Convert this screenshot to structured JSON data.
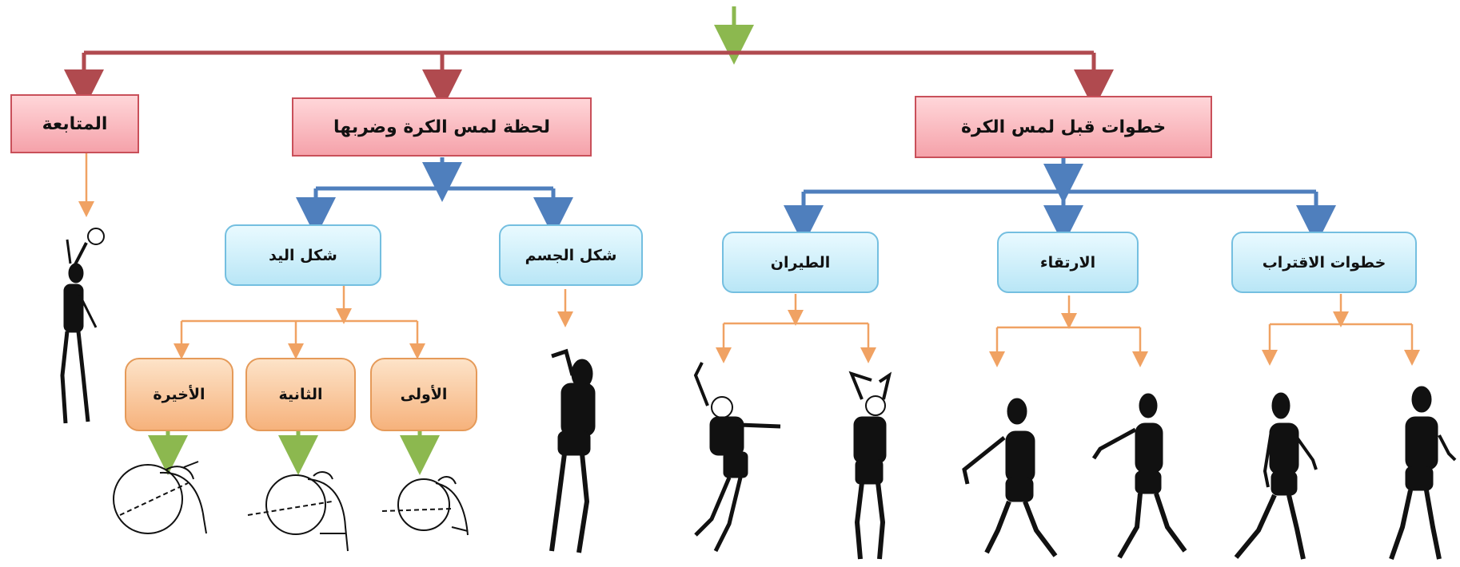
{
  "top": {
    "follow_through": "المتابعة",
    "contact_moment": "لحظة لمس الكرة وضربها",
    "steps_before": "خطوات قبل لمس الكرة"
  },
  "body_shape": "شكل الجسم",
  "hand_shape": "شكل اليد",
  "hand_stages": {
    "first": "الأولى",
    "second": "الثانية",
    "last": "الأخيرة"
  },
  "steps": {
    "approach": "خطوات الاقتراب",
    "takeoff": "الارتقاء",
    "flight": "الطيران"
  },
  "colors": {
    "red_arrow": "#b04a4f",
    "blue_arrow": "#4f7fbd",
    "orange_arrow": "#f0a263",
    "green_arrow": "#8cb84f"
  }
}
